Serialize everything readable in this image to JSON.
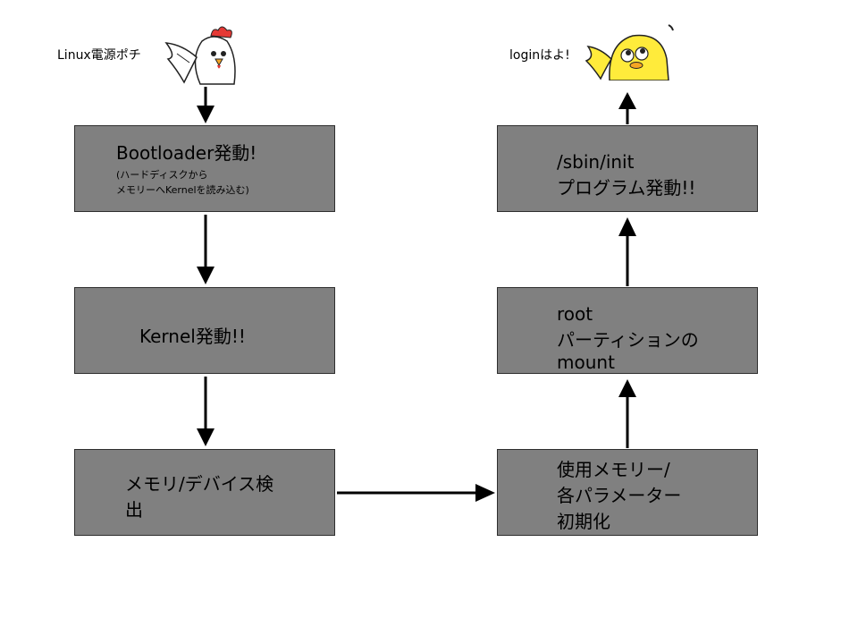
{
  "start_label": "Linux電源ポチ",
  "end_label": "loginはよ!",
  "mascots": {
    "start": "rooster-icon",
    "end": "yellow-chick-icon"
  },
  "steps": {
    "bootloader": {
      "title": "Bootloader発動!",
      "note1": "(ハードディスクから",
      "note2": "メモリーへKernelを読み込む)"
    },
    "kernel": {
      "title": "Kernel発動!!"
    },
    "detect": {
      "line1": "メモリ/デバイス検",
      "line2": "出"
    },
    "init_mem": {
      "line1": "使用メモリー/",
      "line2": "各パラメーター",
      "line3": "初期化"
    },
    "mount": {
      "line1": "root",
      "line2": "パーティションの",
      "line3": "mount"
    },
    "init": {
      "line1": "/sbin/init",
      "line2": "プログラム発動!!"
    }
  },
  "colors": {
    "box_fill": "#808080",
    "box_border": "#2e2e2e",
    "arrow": "#000000",
    "rooster_comb": "#e53935",
    "chick": "#ffeb3b"
  }
}
